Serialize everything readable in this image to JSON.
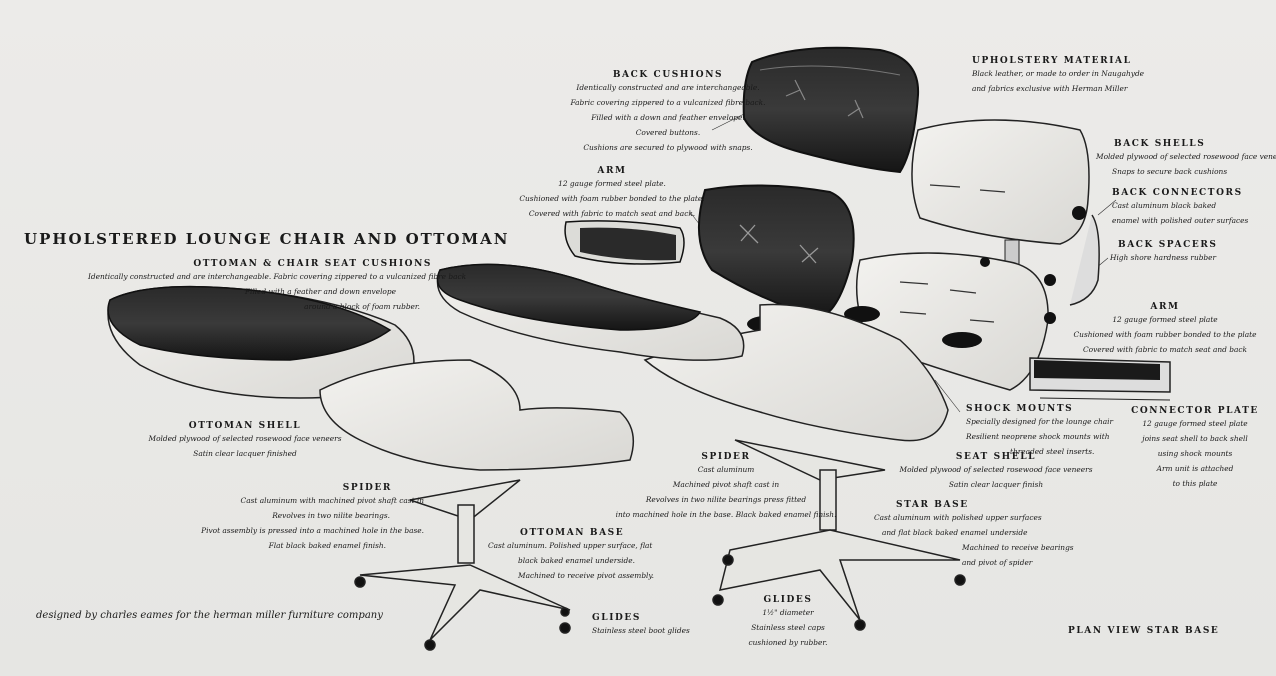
{
  "title": "UPHOLSTERED LOUNGE CHAIR AND OTTOMAN",
  "credit": "designed by charles eames for the herman miller furniture company",
  "labels": {
    "back_cushions": {
      "head": "BACK CUSHIONS",
      "lines": [
        "Identically constructed and are interchangeable.",
        "Fabric covering zippered to a vulcanized fibre back.",
        "Filled with a down and feather envelope.",
        "Covered buttons.",
        "Cushions are secured to plywood with snaps."
      ]
    },
    "arm_top": {
      "head": "ARM",
      "lines": [
        "12 gauge formed steel plate.",
        "Cushioned with foam rubber bonded to the plate.",
        "Covered with fabric to match seat and back."
      ]
    },
    "upholstery_material": {
      "head": "UPHOLSTERY MATERIAL",
      "lines": [
        "Black leather, or made to order in Naugahyde",
        "and fabrics exclusive with Herman Miller"
      ]
    },
    "back_shells": {
      "head": "BACK SHELLS",
      "lines": [
        "Molded plywood of selected rosewood face veneers",
        "Snaps to secure back cushions"
      ]
    },
    "back_connectors": {
      "head": "BACK CONNECTORS",
      "lines": [
        "Cast aluminum black baked",
        "enamel with polished outer surfaces"
      ]
    },
    "back_spacers": {
      "head": "BACK SPACERS",
      "lines": [
        "High shore hardness rubber"
      ]
    },
    "arm_right": {
      "head": "ARM",
      "lines": [
        "12 gauge formed steel plate",
        "Cushioned with foam rubber bonded to the plate",
        "Covered with fabric to match seat and back"
      ]
    },
    "ottoman_chair_seat_cushions": {
      "head": "OTTOMAN & CHAIR SEAT CUSHIONS",
      "lines": [
        "Identically constructed and are interchangeable. Fabric covering zippered to a vulcanized fibre back",
        "Filled with a feather and down envelope",
        "around a block of foam rubber."
      ]
    },
    "ottoman_shell": {
      "head": "OTTOMAN SHELL",
      "lines": [
        "Molded plywood of selected rosewood face veneers",
        "Satin clear lacquer finished"
      ]
    },
    "spider_left": {
      "head": "SPIDER",
      "lines": [
        "Cast aluminum with machined pivot shaft cast in",
        "Revolves in two nilite bearings.",
        "Pivot assembly is pressed into a machined hole in the base.",
        "Flat black baked enamel finish."
      ]
    },
    "ottoman_base": {
      "head": "OTTOMAN BASE",
      "lines": [
        "Cast aluminum. Polished upper surface, flat",
        "black baked enamel underside.",
        "Machined to receive pivot assembly."
      ]
    },
    "glides_left": {
      "head": "GLIDES",
      "lines": [
        "Stainless steel boot glides"
      ]
    },
    "spider_center": {
      "head": "SPIDER",
      "lines": [
        "Cast aluminum",
        "Machined pivot shaft cast in",
        "Revolves in two nilite bearings press fitted",
        "into machined hole in the base. Black baked enamel finish."
      ]
    },
    "shock_mounts": {
      "head": "SHOCK MOUNTS",
      "lines": [
        "Specially designed for the lounge chair",
        "Resilient neoprene shock mounts with",
        "threaded steel inserts."
      ]
    },
    "seat_shell": {
      "head": "SEAT SHELL",
      "lines": [
        "Molded plywood of selected rosewood face veneers",
        "Satin clear lacquer finish"
      ]
    },
    "star_base": {
      "head": "STAR BASE",
      "lines": [
        "Cast aluminum with polished upper surfaces",
        "and flat black baked enamel underside",
        "Machined to receive bearings",
        "and pivot of spider"
      ]
    },
    "connector_plate": {
      "head": "CONNECTOR PLATE",
      "lines": [
        "12 gauge formed steel plate",
        "joins seat shell to back shell",
        "using shock mounts",
        "Arm unit is attached",
        "to this plate"
      ]
    },
    "glides_center": {
      "head": "GLIDES",
      "lines": [
        "1½\" diameter",
        "Stainless steel caps",
        "cushioned by rubber."
      ]
    },
    "plan_view": {
      "head": "PLAN VIEW STAR BASE",
      "lines": []
    }
  }
}
